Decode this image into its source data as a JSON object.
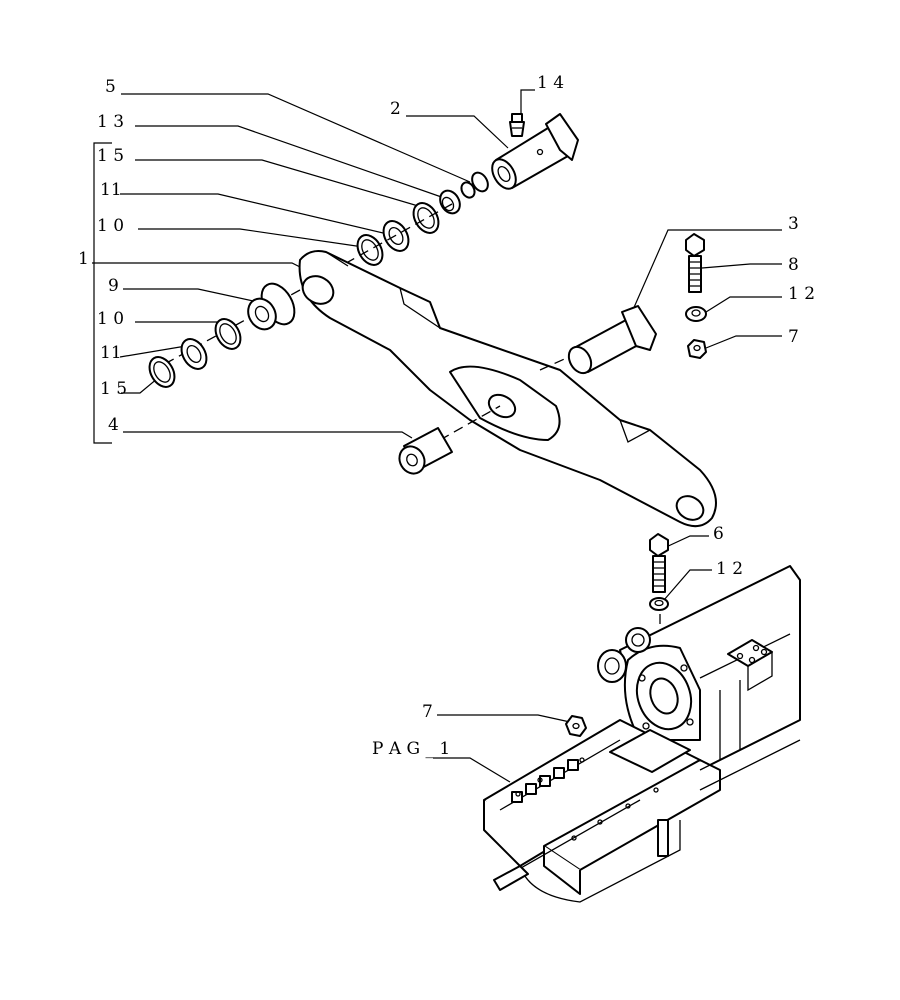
{
  "callouts": {
    "c1": "1",
    "c2": "2",
    "c3": "3",
    "c4": "4",
    "c5": "5",
    "c6": "6",
    "c7a": "7",
    "c7b": "7",
    "c8": "8",
    "c9": "9",
    "c10a": "1 0",
    "c10b": "1 0",
    "c11a": "11",
    "c11b": "11",
    "c12a": "1 2",
    "c12b": "1 2",
    "c13": "1 3",
    "c14": "1 4",
    "c15a": "1 5",
    "c15b": "1 5"
  },
  "page_ref": "P A G _ 1"
}
